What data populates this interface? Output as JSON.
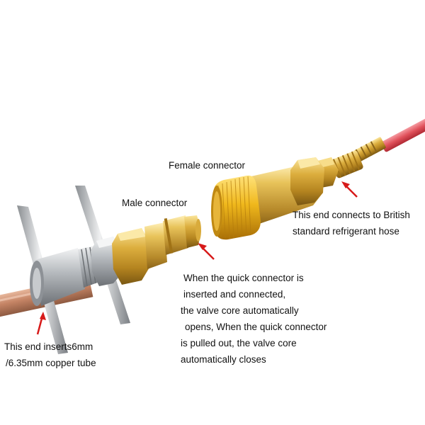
{
  "labels": {
    "female_connector": "Female connector",
    "male_connector": "Male connector",
    "british_hose": [
      "This end connects to British",
      "standard refrigerant hose"
    ],
    "quick_connector": [
      "When the quick connector is",
      "inserted and connected,",
      "the valve core automatically",
      "opens, When the quick connector",
      "is pulled out, the valve core",
      "automatically closes"
    ],
    "copper_tube": [
      "This end inserts6mm",
      "/6.35mm copper tube"
    ]
  },
  "colors": {
    "arrow": "#d71a1a",
    "brass": "#d9a632",
    "steel": "#b8bcc0",
    "copper": "#c98e6e",
    "red_hose": "#e0505a"
  }
}
